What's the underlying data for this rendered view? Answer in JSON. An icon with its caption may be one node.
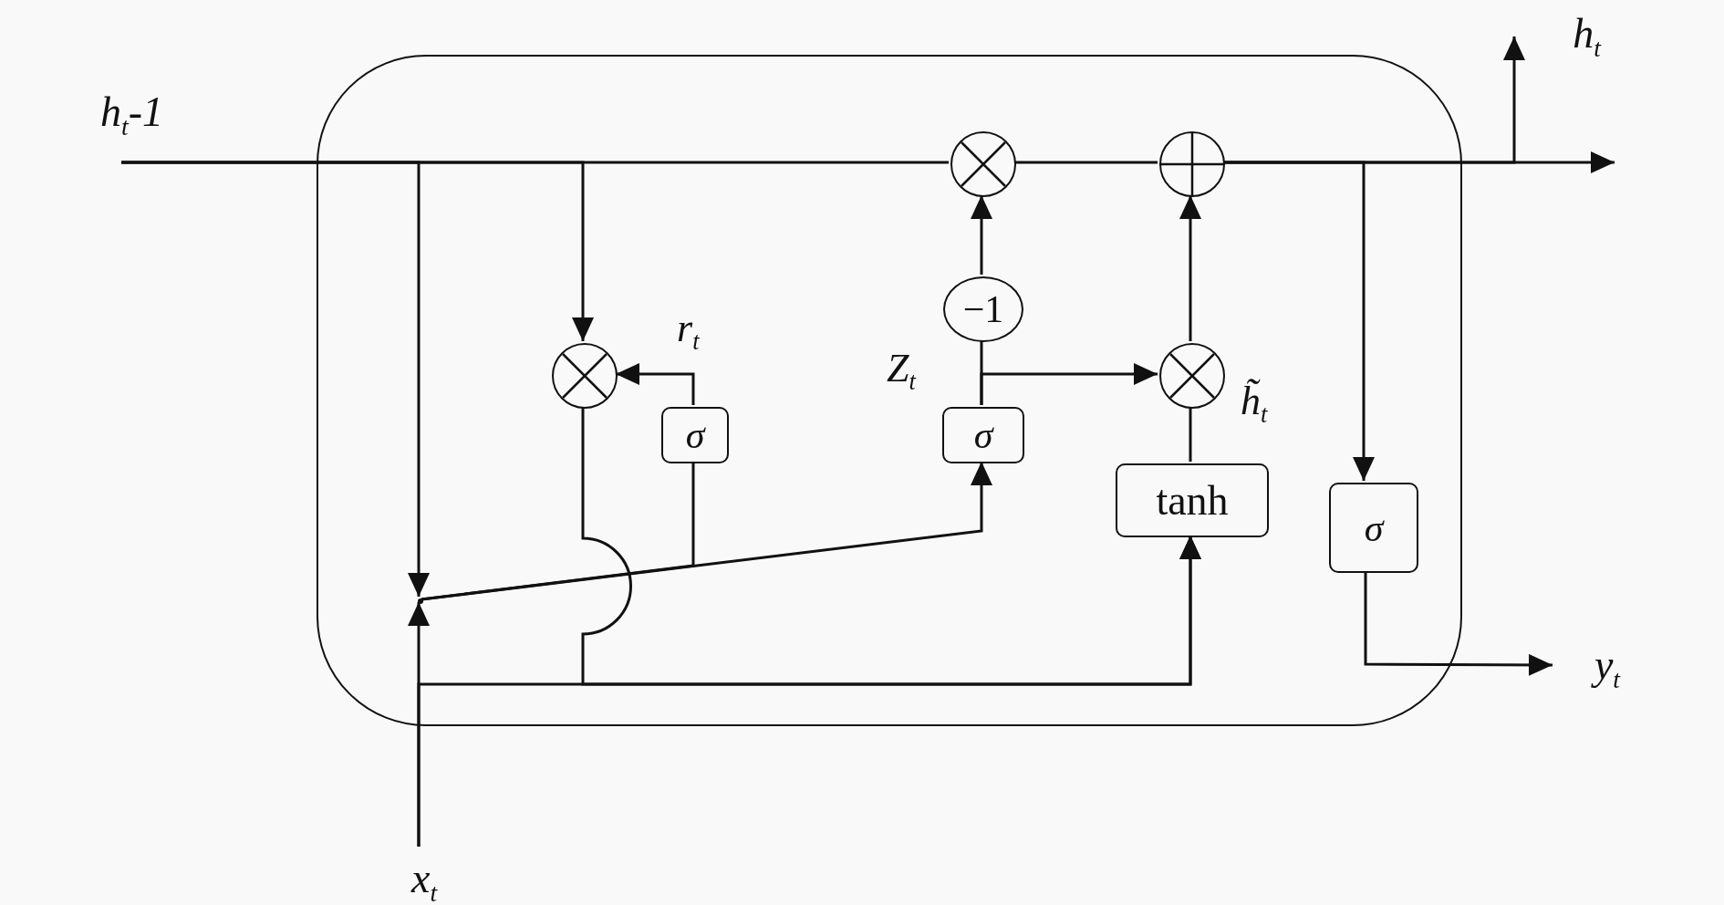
{
  "diagram": {
    "nodes": [
      {
        "text": [],
        "shape": "box"
      },
      {
        "text": [
          "h$_{t}$-1"
        ]
      },
      {
        "text": [
          "h$_{t}$"
        ]
      },
      {
        "text": [
          "x$_{t}$"
        ]
      },
      {
        "text": [
          "y$_{t}$"
        ]
      },
      {
        "text": [],
        "shape": "circle",
        "in": 0
      },
      {
        "text": [],
        "shape": "circle",
        "in": 0
      },
      {
        "text": [
          "−1"
        ],
        "in": 0
      },
      {
        "text": [],
        "shape": "circle",
        "in": 0
      },
      {
        "text": [
          "σ"
        ],
        "in": 0
      },
      {
        "text": [
          "σ"
        ],
        "in": 0
      },
      {
        "text": [],
        "shape": "circle",
        "in": 0
      },
      {
        "text": [
          "tanh"
        ],
        "in": 0
      },
      {
        "text": [
          "σ"
        ],
        "in": 0
      },
      {
        "text": [],
        "shape": "point",
        "in": 0
      }
    ],
    "edges": [
      {
        "from": 1,
        "to": 14,
        "arrow": "to"
      },
      {
        "from": 1,
        "to": 8,
        "arrow": "to"
      },
      {
        "from": 1,
        "to": 5,
        "arrow": "none"
      },
      {
        "from": 3,
        "to": 14,
        "arrow": "to"
      },
      {
        "from": 5,
        "to": 6,
        "arrow": "none"
      },
      {
        "from": 7,
        "to": 5,
        "arrow": "to"
      },
      {
        "from": 10,
        "to": 7,
        "arrow": "none"
      },
      {
        "from": 10,
        "to": 11,
        "arrow": "to"
      },
      {
        "from": 11,
        "to": 6,
        "arrow": "to"
      },
      {
        "from": 12,
        "to": 11,
        "arrow": "none"
      },
      {
        "from": 14,
        "to": 10,
        "arrow": "to"
      },
      {
        "from": 14,
        "to": 9,
        "arrow": "none"
      },
      {
        "from": 9,
        "to": 8,
        "arrow": "to"
      },
      {
        "from": 8,
        "to": 12,
        "arrow": "to"
      },
      {
        "from": 3,
        "to": 12,
        "arrow": "to"
      },
      {
        "from": 6,
        "to": 2,
        "arrow": "to"
      },
      {
        "from": 6,
        "to": null,
        "arrow": "to"
      },
      {
        "from": 6,
        "to": 13,
        "arrow": "to"
      },
      {
        "from": 13,
        "to": 4,
        "arrow": "to"
      }
    ],
    "labels": [
      "r$_{t}$",
      "Z$_{t}$",
      "h̃$_{t}$"
    ]
  }
}
